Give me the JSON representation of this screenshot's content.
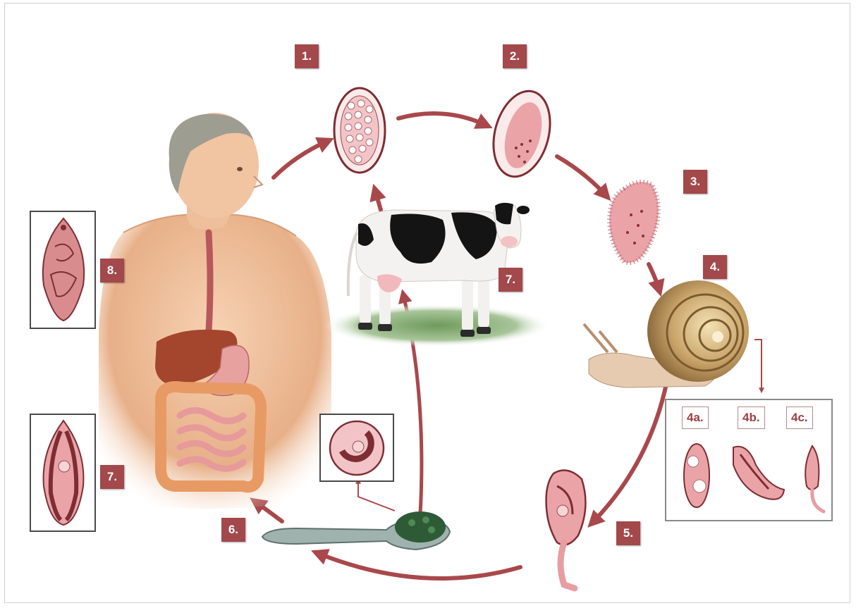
{
  "steps": {
    "s1": "1.",
    "s2": "2.",
    "s3": "3.",
    "s4": "4.",
    "s5": "5.",
    "s6": "6.",
    "s7_cow": "7.",
    "s7_panel": "7.",
    "s8": "8."
  },
  "stages_4": {
    "a": "4a.",
    "b": "4b.",
    "c": "4c."
  },
  "colors": {
    "arrow": "#a9484b",
    "badge": "#a3484b",
    "worm_fill": "#e9aeb0",
    "worm_dark": "#7e2d33"
  }
}
